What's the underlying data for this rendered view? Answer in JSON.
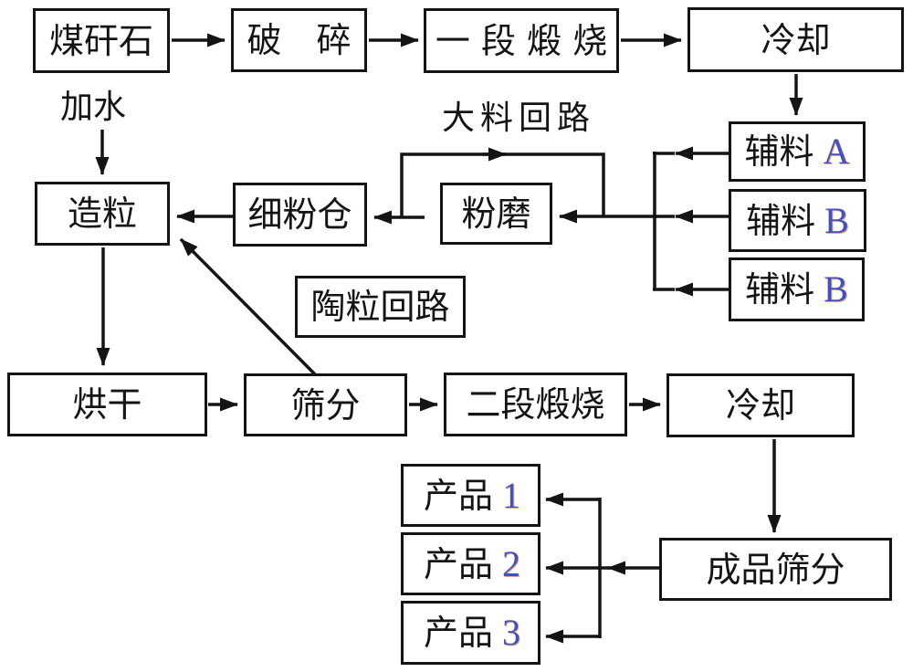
{
  "diagram": {
    "nodes": {
      "coal_gangue": "煤矸石",
      "crushing": "破　碎",
      "first_calcination": "一 段 煅 烧",
      "cooling_1": "冷却",
      "aux_a": {
        "prefix": "辅料",
        "suffix": "A"
      },
      "aux_b1": {
        "prefix": "辅料",
        "suffix": "B"
      },
      "aux_b2": {
        "prefix": "辅料",
        "suffix": "B"
      },
      "granulation": "造粒",
      "fine_powder_bin": "细粉仓",
      "grinding": "粉磨",
      "ceramsite_loop": "陶粒回路",
      "drying": "烘干",
      "screening": "筛分",
      "second_calcination": "二段煅烧",
      "cooling_2": "冷却",
      "product_1": {
        "prefix": "产品",
        "suffix": "1"
      },
      "product_2": {
        "prefix": "产品",
        "suffix": "2"
      },
      "product_3": {
        "prefix": "产品",
        "suffix": "3"
      },
      "finished_screening": "成品筛分"
    },
    "labels": {
      "add_water": "加水",
      "large_material_loop": "大料回路"
    },
    "colors": {
      "line": "#141414",
      "background": "#ffffff",
      "latin_text": "#3f51c4"
    }
  }
}
